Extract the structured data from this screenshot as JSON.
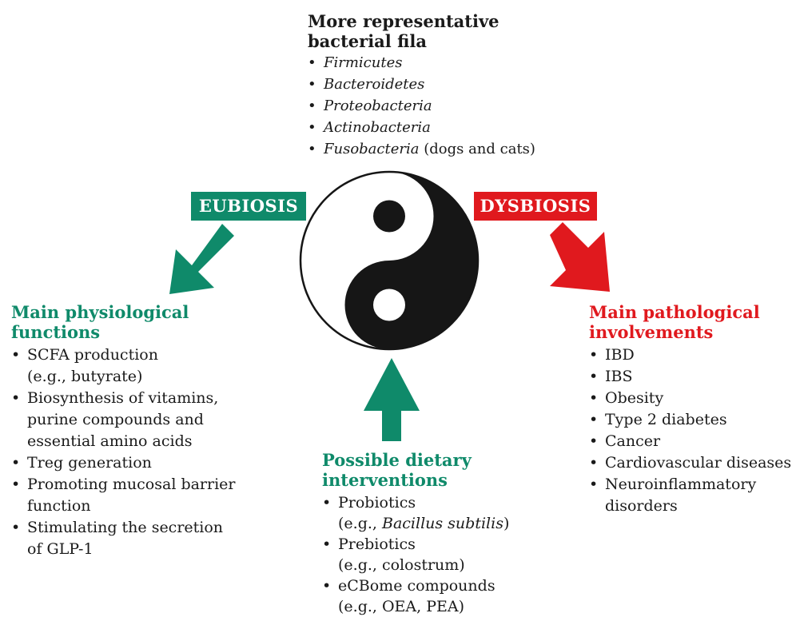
{
  "colors": {
    "green": "#0f8a6a",
    "red": "#e0191e",
    "text": "#1a1a1a",
    "black": "#161616"
  },
  "top": {
    "title_line1": "More representative",
    "title_line2": "bacterial fila",
    "items": [
      {
        "name": "Firmicutes",
        "suffix": ""
      },
      {
        "name": "Bacteroidetes",
        "suffix": ""
      },
      {
        "name": "Proteobacteria",
        "suffix": ""
      },
      {
        "name": "Actinobacteria",
        "suffix": ""
      },
      {
        "name": "Fusobacteria",
        "suffix": " (dogs and cats)"
      }
    ]
  },
  "eubiosis": {
    "label": "EUBIOSIS",
    "heading_line1": "Main physiological",
    "heading_line2": "functions",
    "items": [
      {
        "line1": "SCFA production",
        "line2": "(e.g., butyrate)",
        "line3": ""
      },
      {
        "line1": "Biosynthesis of vitamins,",
        "line2": "purine compounds and",
        "line3": "essential amino acids"
      },
      {
        "line1": "Treg generation",
        "line2": "",
        "line3": ""
      },
      {
        "line1": "Promoting mucosal barrier",
        "line2": "function",
        "line3": ""
      },
      {
        "line1": "Stimulating the secretion",
        "line2": "of GLP-1",
        "line3": ""
      }
    ]
  },
  "dysbiosis": {
    "label": "DYSBIOSIS",
    "heading_line1": "Main pathological",
    "heading_line2": "involvements",
    "items": [
      {
        "line1": "IBD",
        "line2": ""
      },
      {
        "line1": "IBS",
        "line2": ""
      },
      {
        "line1": "Obesity",
        "line2": ""
      },
      {
        "line1": "Type 2 diabetes",
        "line2": ""
      },
      {
        "line1": "Cancer",
        "line2": ""
      },
      {
        "line1": "Cardiovascular diseases",
        "line2": ""
      },
      {
        "line1": "Neuroinflammatory",
        "line2": "disorders"
      }
    ]
  },
  "dietary": {
    "heading_line1": "Possible dietary",
    "heading_line2": "interventions",
    "items": [
      {
        "line1": "Probiotics",
        "ex_prefix": "(e.g., ",
        "ex_italic": "Bacillus subtilis",
        "ex_suffix": ")"
      },
      {
        "line1": "Prebiotics",
        "ex_prefix": "(e.g., colostrum)",
        "ex_italic": "",
        "ex_suffix": ""
      },
      {
        "line1": "eCBome compounds",
        "ex_prefix": "(e.g., OEA, PEA)",
        "ex_italic": "",
        "ex_suffix": ""
      }
    ]
  }
}
